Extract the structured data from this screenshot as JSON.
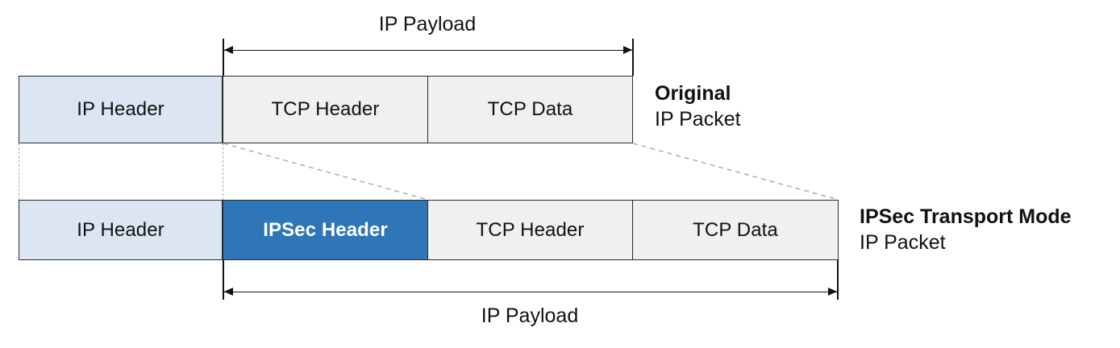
{
  "diagram": {
    "title_hidden": "",
    "colors": {
      "ip_header_fill": "#dce6f2",
      "generic_fill": "#f0f0f0",
      "ipsec_fill": "#2e76b8",
      "stroke": "#2b2b2b",
      "dashed_guide": "#a9a9a9",
      "text": "#111111"
    },
    "top_measure": {
      "label": "IP Payload"
    },
    "bottom_measure": {
      "label": "IP Payload"
    },
    "rows": [
      {
        "id": "original-packet",
        "caption_strong": "Original",
        "caption_sub": "IP Packet",
        "fields": [
          {
            "label": "IP Header",
            "fill": "ip_header_fill"
          },
          {
            "label": "TCP Header",
            "fill": "generic_fill"
          },
          {
            "label": "TCP Data",
            "fill": "generic_fill"
          }
        ]
      },
      {
        "id": "ipsec-transport-packet",
        "caption_strong": "IPSec Transport Mode",
        "caption_sub": "IP Packet",
        "fields": [
          {
            "label": "IP Header",
            "fill": "ip_header_fill"
          },
          {
            "label": "IPSec Header",
            "fill": "ipsec_fill"
          },
          {
            "label": "TCP Header",
            "fill": "generic_fill"
          },
          {
            "label": "TCP Data",
            "fill": "generic_fill"
          }
        ]
      }
    ]
  }
}
